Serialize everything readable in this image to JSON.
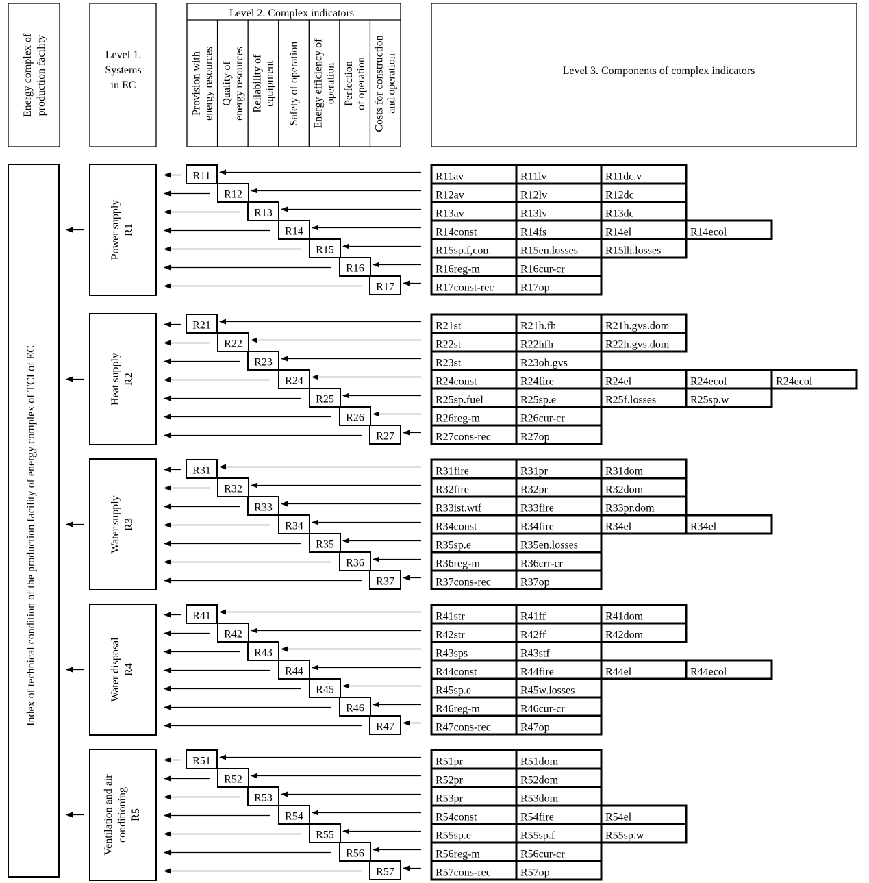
{
  "header": {
    "facility": [
      "Energy complex of",
      "production facility"
    ],
    "level1": [
      "Level 1.",
      "Systems",
      "in EC"
    ],
    "level2_title": "Level 2. Complex indicators",
    "level2_columns": [
      [
        "Provision with",
        "energy resources"
      ],
      [
        "Quality of",
        "energy resources"
      ],
      [
        "Reliability of",
        "equipment"
      ],
      [
        "Safety of operation"
      ],
      [
        "Energy efficiency of",
        "operation"
      ],
      [
        "Perfection",
        "of operation"
      ],
      [
        "Costs for construction",
        "and operation"
      ]
    ],
    "level3": "Level 3. Components of complex indicators"
  },
  "index_label": "Index of technical condition of the production facility of energy complex of TCI of EC",
  "groups": [
    {
      "system": [
        "Power supply",
        "R1"
      ],
      "indicators": [
        "R11",
        "R12",
        "R13",
        "R14",
        "R15",
        "R16",
        "R17"
      ],
      "components": [
        [
          "R11av",
          "R11lv",
          "R11dc.v"
        ],
        [
          "R12av",
          "R12lv",
          "R12dc"
        ],
        [
          "R13av",
          "R13lv",
          "R13dc"
        ],
        [
          "R14const",
          "R14fs",
          "R14el",
          "R14ecol"
        ],
        [
          "R15sp.f,con.",
          "R15en.losses",
          "R15lh.losses"
        ],
        [
          "R16reg-m",
          "R16cur-cr"
        ],
        [
          "R17const-rec",
          "R17op"
        ]
      ]
    },
    {
      "system": [
        "Heat supply",
        "R2"
      ],
      "indicators": [
        "R21",
        "R22",
        "R23",
        "R24",
        "R25",
        "R26",
        "R27"
      ],
      "components": [
        [
          "R21st",
          "R21h.fh",
          "R21h.gvs.dom"
        ],
        [
          "R22st",
          "R22hfh",
          "R22h.gvs.dom"
        ],
        [
          "R23st",
          "R23oh.gvs"
        ],
        [
          "R24const",
          "R24fire",
          "R24el",
          "R24ecol",
          "R24ecol"
        ],
        [
          "R25sp.fuel",
          "R25sp.e",
          "R25f.losses",
          "R25sp.w"
        ],
        [
          "R26reg-m",
          "R26cur-cr"
        ],
        [
          "R27cons-rec",
          "R27op"
        ]
      ]
    },
    {
      "system": [
        "Water supply",
        "R3"
      ],
      "indicators": [
        "R31",
        "R32",
        "R33",
        "R34",
        "R35",
        "R36",
        "R37"
      ],
      "components": [
        [
          "R31fire",
          "R31pr",
          "R31dom"
        ],
        [
          "R32fire",
          "R32pr",
          "R32dom"
        ],
        [
          "R33ist.wtf",
          "R33fire",
          "R33pr.dom"
        ],
        [
          "R34const",
          "R34fire",
          "R34el",
          "R34el"
        ],
        [
          "R35sp.e",
          "R35en.losses"
        ],
        [
          "R36reg-m",
          "R36crr-cr"
        ],
        [
          "R37cons-rec",
          "R37op"
        ]
      ]
    },
    {
      "system": [
        "Water disposal",
        "R4"
      ],
      "indicators": [
        "R41",
        "R42",
        "R43",
        "R44",
        "R45",
        "R46",
        "R47"
      ],
      "components": [
        [
          "R41str",
          "R41ff",
          "R41dom"
        ],
        [
          "R42str",
          "R42ff",
          "R42dom"
        ],
        [
          "R43sps",
          "R43stf"
        ],
        [
          "R44const",
          "R44fire",
          "R44el",
          "R44ecol"
        ],
        [
          "R45sp.e",
          "R45w.losses"
        ],
        [
          "R46reg-m",
          "R46cur-cr"
        ],
        [
          "R47cons-rec",
          "R47op"
        ]
      ]
    },
    {
      "system": [
        "Ventilation and air",
        "conditioning",
        "R5"
      ],
      "indicators": [
        "R51",
        "R52",
        "R53",
        "R54",
        "R55",
        "R56",
        "R57"
      ],
      "components": [
        [
          "R51pr",
          "R51dom"
        ],
        [
          "R52pr",
          "R52dom"
        ],
        [
          "R53pr",
          "R53dom"
        ],
        [
          "R54const",
          "R54fire",
          "R54el"
        ],
        [
          "R55sp.e",
          "R55sp.f",
          "R55sp.w"
        ],
        [
          "R56reg-m",
          "R56cur-cr"
        ],
        [
          "R57cons-rec",
          "R57op"
        ]
      ]
    }
  ]
}
